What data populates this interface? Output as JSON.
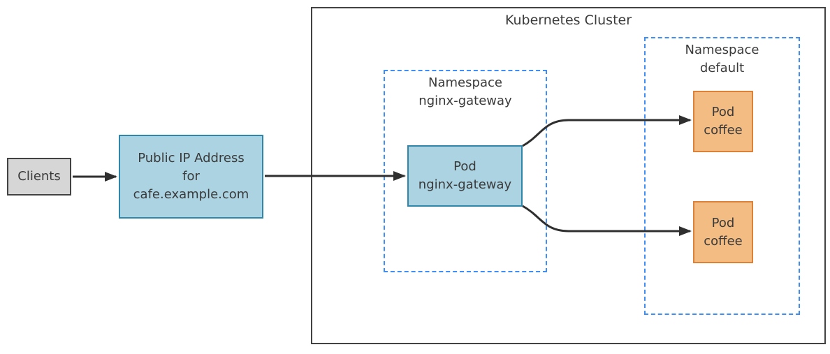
{
  "diagram": {
    "title": "Kubernetes Cluster",
    "nodes": {
      "clients": {
        "label": "Clients"
      },
      "public_ip": {
        "label": "Public IP Address\nfor\ncafe.example.com"
      },
      "namespace_nginx_gateway": {
        "label": "Namespace\nnginx-gateway"
      },
      "pod_nginx_gateway": {
        "label": "Pod\nnginx-gateway"
      },
      "namespace_default": {
        "label": "Namespace\ndefault"
      },
      "pod_coffee_top": {
        "label": "Pod\ncoffee"
      },
      "pod_coffee_bottom": {
        "label": "Pod\ncoffee"
      }
    },
    "edges": [
      {
        "from": "clients",
        "to": "public_ip"
      },
      {
        "from": "public_ip",
        "to": "pod_nginx_gateway"
      },
      {
        "from": "pod_nginx_gateway",
        "to": "pod_coffee_top"
      },
      {
        "from": "pod_nginx_gateway",
        "to": "pod_coffee_bottom"
      }
    ],
    "colors": {
      "blue_fill": "#abd3e2",
      "blue_border": "#2e86ab",
      "orange_fill": "#f3bc83",
      "orange_border": "#dd8136",
      "gray_fill": "#d6d6d6",
      "dark_border": "#424242",
      "dashed_blue": "#3e8ef7",
      "arrow": "#2f2f2f",
      "text": "#3a3a3a",
      "background": "#ffffff"
    }
  }
}
